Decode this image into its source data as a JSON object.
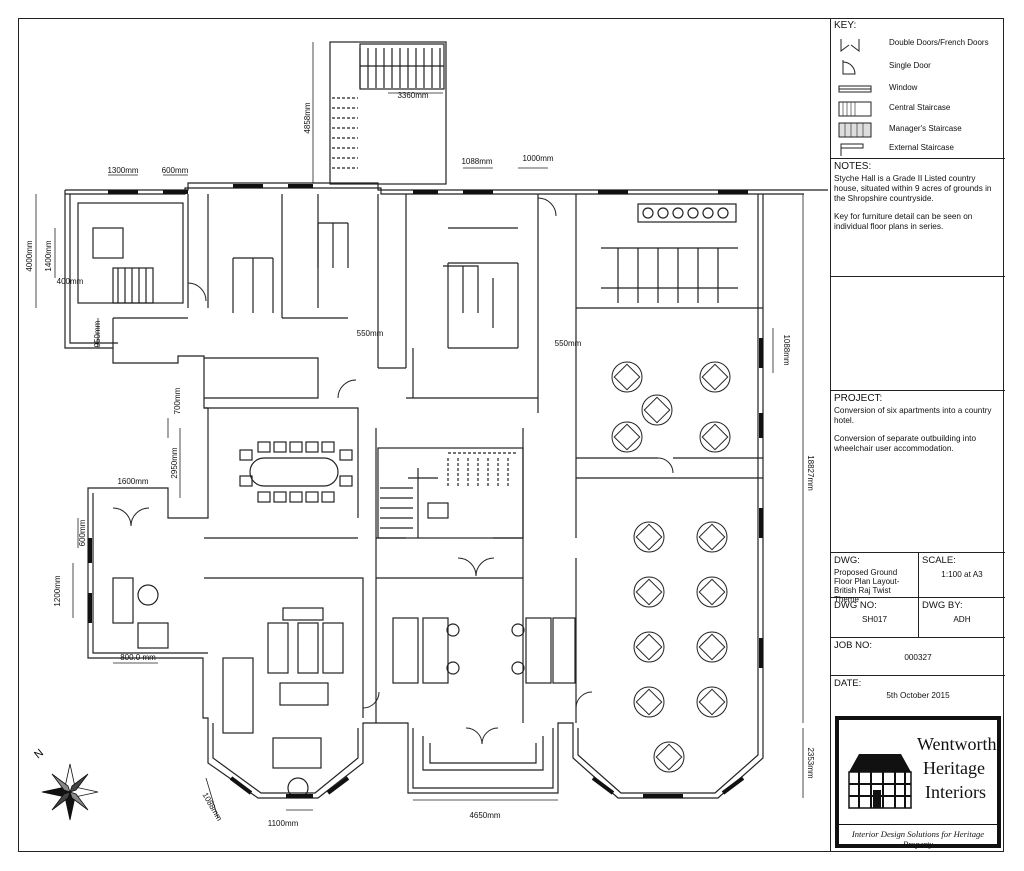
{
  "dimensions": {
    "d1300": "1300mm",
    "d600_top": "600mm",
    "d4000": "4000mm",
    "d1400": "1400mm",
    "d400": "400mm",
    "d950": "950mm",
    "d4858": "4858mm",
    "d3360": "3360mm",
    "d1088_top": "1088mm",
    "d1000": "1000mm",
    "d550_a": "550mm",
    "d550_b": "550mm",
    "d1088_right": "1088mm",
    "d700": "700mm",
    "d2950": "2950mm",
    "d1600": "1600mm",
    "d600_left": "600mm",
    "d1200": "1200mm",
    "d800": "800.0 mm",
    "d18827": "18827mm",
    "d2353": "2353mm",
    "d4650": "4650mm",
    "d1088_bay": "1088mm",
    "d1100": "1100mm"
  },
  "compass": {
    "label": "N"
  },
  "key": {
    "title": "KEY:",
    "items": [
      {
        "label": "Double Doors/French Doors",
        "icon": "double-door-icon"
      },
      {
        "label": "Single Door",
        "icon": "single-door-icon"
      },
      {
        "label": "Window",
        "icon": "window-icon"
      },
      {
        "label": "Central Staircase",
        "icon": "central-staircase-icon"
      },
      {
        "label": "Manager's Staircase",
        "icon": "managers-staircase-icon"
      },
      {
        "label": "External Staircase",
        "icon": "external-staircase-icon"
      }
    ]
  },
  "notes": {
    "title": "NOTES:",
    "p1": "Styche Hall is a Grade II Listed country house, situated within 9 acres of grounds in the Shropshire countryside.",
    "p2": "Key for furniture detail can be seen on individual floor plans in series."
  },
  "project": {
    "title": "PROJECT:",
    "p1": "Conversion of six apartments into a country hotel.",
    "p2": "Conversion of separate outbuilding into wheelchair user accommodation."
  },
  "dwg": {
    "label": "DWG:",
    "value": "Proposed Ground Floor Plan Layout- British Raj Twist Theme"
  },
  "scale": {
    "label": "SCALE:",
    "value": "1:100 at A3"
  },
  "dwg_no": {
    "label": "DWG NO:",
    "value": "SH017"
  },
  "dwg_by": {
    "label": "DWG BY:",
    "value": "ADH"
  },
  "job_no": {
    "label": "JOB NO:",
    "value": "000327"
  },
  "date": {
    "label": "DATE:",
    "value": "5th October 2015"
  },
  "logo": {
    "line1": "Wentworth",
    "line2": "Heritage",
    "line3": "Interiors",
    "tagline": "Interior Design Solutions for Heritage Property"
  }
}
